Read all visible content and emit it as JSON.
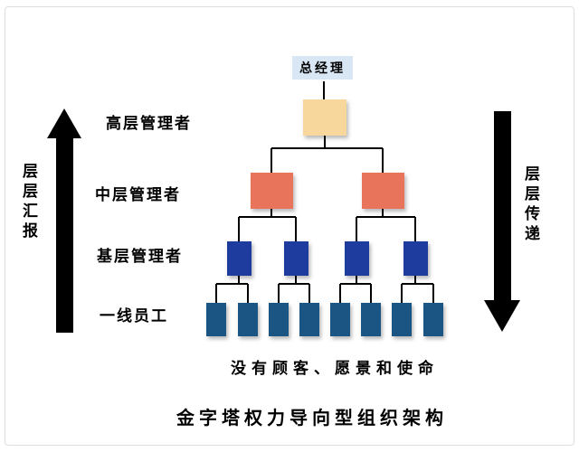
{
  "diagram": {
    "title": "金字塔权力导向型组织架构",
    "subtitle": "没有顾客、愿景和使命",
    "root_label": "总经理",
    "left_arrow": {
      "label": "层层汇报",
      "direction": "up"
    },
    "right_arrow": {
      "label": "层层传递",
      "direction": "down"
    },
    "levels": [
      {
        "name": "高层管理者",
        "count": 1,
        "color": "#f8d79c"
      },
      {
        "name": "中层管理者",
        "count": 2,
        "color": "#e8745c"
      },
      {
        "name": "基层管理者",
        "count": 4,
        "color": "#1e3c9e"
      },
      {
        "name": "一线员工",
        "count": 8,
        "color": "#1a5584"
      }
    ],
    "colors": {
      "root_label_bg": "#d9e7f4",
      "line": "#000000",
      "arrow": "#000000",
      "text": "#000000"
    }
  }
}
